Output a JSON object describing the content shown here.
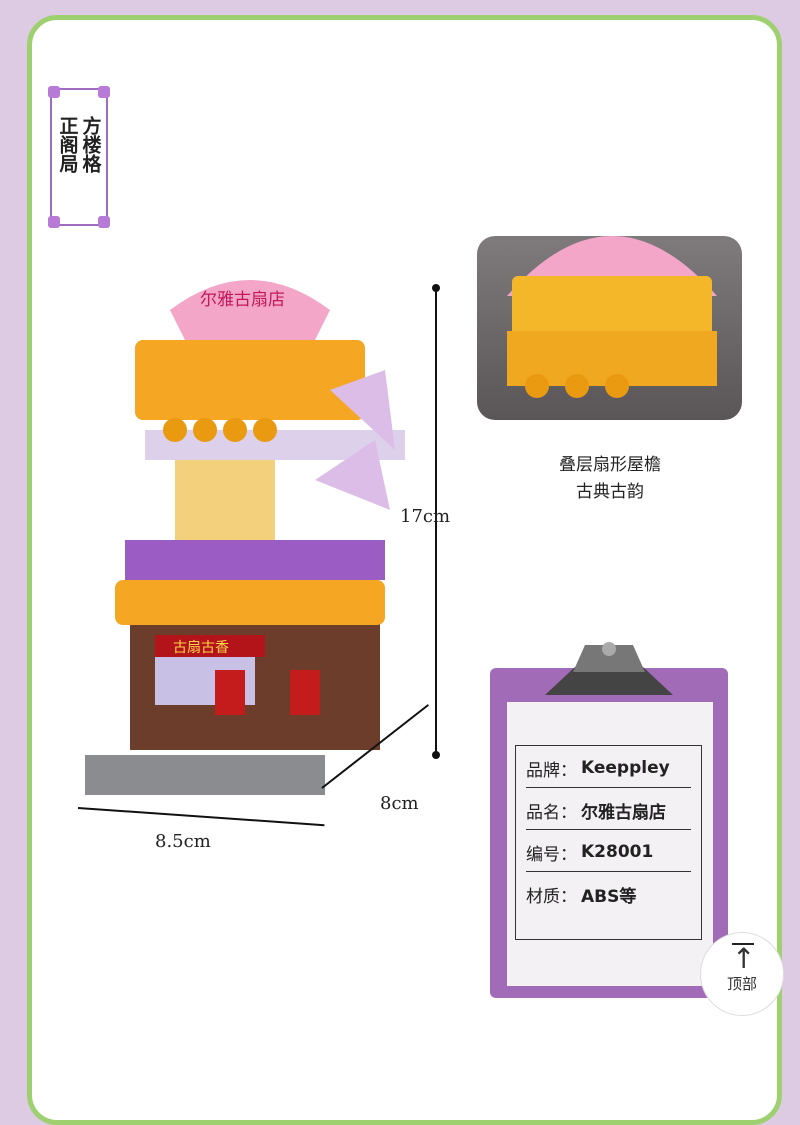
{
  "side_label": {
    "col1": "方楼格",
    "col2": "正阁局"
  },
  "dimensions": {
    "height": "17cm",
    "depth": "8cm",
    "width": "8.5cm"
  },
  "product_sign": "尔雅古扇店",
  "shop_sign": "古扇古香",
  "caption": {
    "line1": "叠层扇形屋檐",
    "line2": "古典古韵"
  },
  "spec": [
    {
      "label": "品牌：",
      "value": "Keeppley"
    },
    {
      "label": "品名：",
      "value": "尔雅古扇店"
    },
    {
      "label": "编号：",
      "value": "K28001"
    },
    {
      "label": "材质：",
      "value": "ABS等"
    }
  ],
  "back_to_top": "顶部",
  "colors": {
    "background": "#dccbe2",
    "border": "#9fd070",
    "accent": "#a26bb7"
  }
}
